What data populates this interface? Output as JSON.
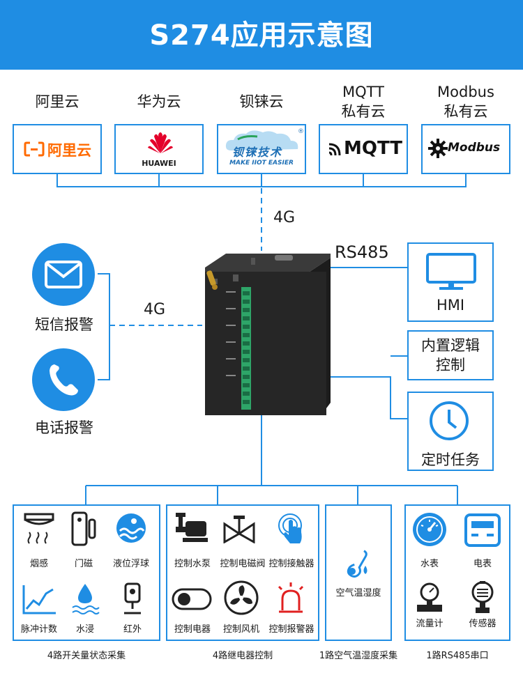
{
  "title": "S274应用示意图",
  "clouds": [
    {
      "label": "阿里云",
      "logo": "阿里云",
      "logo_color": "#ff6a00"
    },
    {
      "label": "华为云",
      "logo": "HUAWEI",
      "logo_color": "#e4002b"
    },
    {
      "label": "钡铼云",
      "logo": "钡铼技术",
      "logo_sub": "MAKE IIOT EASIER",
      "logo_mark": "®",
      "logo_color": "#1d6fb5"
    },
    {
      "label": "MQTT\n私有云",
      "logo": "MQTT",
      "logo_color": "#111111"
    },
    {
      "label": "Modbus\n私有云",
      "logo": "Modbus",
      "logo_color": "#111111"
    }
  ],
  "links": {
    "cloud_4g": "4G",
    "sms_4g": "4G",
    "rs485": "RS485"
  },
  "left_alarms": [
    {
      "label": "短信报警",
      "icon": "mail-icon"
    },
    {
      "label": "电话报警",
      "icon": "phone-icon"
    }
  ],
  "right_items": [
    {
      "label": "HMI",
      "icon": "monitor-icon"
    },
    {
      "label": "内置逻辑\n控制",
      "icon": ""
    },
    {
      "label": "定时任务",
      "icon": "clock-icon"
    }
  ],
  "groups": [
    {
      "caption": "4路开关量状态采集",
      "items": [
        {
          "label": "烟感",
          "icon": "smoke-detector-icon"
        },
        {
          "label": "门磁",
          "icon": "door-sensor-icon"
        },
        {
          "label": "液位浮球",
          "icon": "water-level-icon"
        },
        {
          "label": "脉冲计数",
          "icon": "pulse-chart-icon"
        },
        {
          "label": "水浸",
          "icon": "water-drop-icon"
        },
        {
          "label": "红外",
          "icon": "infrared-icon"
        }
      ]
    },
    {
      "caption": "4路继电器控制",
      "items": [
        {
          "label": "控制水泵",
          "icon": "pump-icon"
        },
        {
          "label": "控制电磁阀",
          "icon": "valve-icon"
        },
        {
          "label": "控制接触器",
          "icon": "touch-icon"
        },
        {
          "label": "控制电器",
          "icon": "switch-icon"
        },
        {
          "label": "控制风机",
          "icon": "fan-icon"
        },
        {
          "label": "控制报警器",
          "icon": "alarm-light-icon"
        }
      ]
    },
    {
      "caption": "1路空气温湿度采集",
      "items": [
        {
          "label": "空气温湿度",
          "icon": "thermometer-icon"
        }
      ]
    },
    {
      "caption": "1路RS485串口",
      "items": [
        {
          "label": "水表",
          "icon": "water-meter-icon"
        },
        {
          "label": "电表",
          "icon": "electric-meter-icon"
        },
        {
          "label": "流量计",
          "icon": "flow-meter-icon"
        },
        {
          "label": "传感器",
          "icon": "sensor-icon"
        }
      ]
    }
  ],
  "colors": {
    "accent": "#1f8de3",
    "device": "#2a2a2a",
    "terminal": "#2fa36b"
  }
}
